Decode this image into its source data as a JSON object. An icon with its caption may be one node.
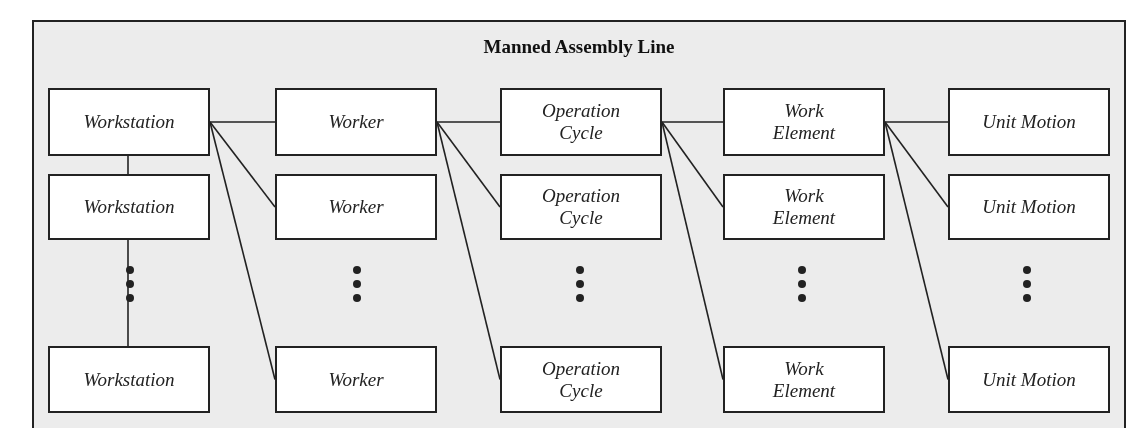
{
  "diagram": {
    "nodes": [
      {
        "text": [
          "Manned Assembly Line"
        ]
      },
      {
        "text": [
          "Workstation"
        ],
        "in": 0
      },
      {
        "text": [
          "Worker"
        ],
        "in": 0
      },
      {
        "text": [
          "Operation Cycle"
        ],
        "in": 0
      },
      {
        "text": [
          "Work Element"
        ],
        "in": 0
      },
      {
        "text": [
          "Unit Motion"
        ],
        "in": 0
      },
      {
        "text": [
          "Workstation"
        ],
        "in": 0
      },
      {
        "text": [
          "Worker"
        ],
        "in": 0
      },
      {
        "text": [
          "Operation Cycle"
        ],
        "in": 0
      },
      {
        "text": [
          "Work Element"
        ],
        "in": 0
      },
      {
        "text": [
          "Unit Motion"
        ],
        "in": 0
      },
      {
        "text": [
          "Workstation"
        ],
        "in": 0
      },
      {
        "text": [
          "Worker"
        ],
        "in": 0
      },
      {
        "text": [
          "Operation Cycle"
        ],
        "in": 0
      },
      {
        "text": [
          "Work Element"
        ],
        "in": 0
      },
      {
        "text": [
          "Unit Motion"
        ],
        "in": 0
      }
    ],
    "edges": [
      {
        "from": 1,
        "to": 6,
        "arrow": "none"
      },
      {
        "from": 6,
        "to": 11,
        "arrow": "none"
      },
      {
        "from": 1,
        "to": 2,
        "arrow": "none"
      },
      {
        "from": 1,
        "to": 7,
        "arrow": "none"
      },
      {
        "from": 1,
        "to": 12,
        "arrow": "none"
      },
      {
        "from": 2,
        "to": 3,
        "arrow": "none"
      },
      {
        "from": 2,
        "to": 8,
        "arrow": "none"
      },
      {
        "from": 2,
        "to": 13,
        "arrow": "none"
      },
      {
        "from": 3,
        "to": 4,
        "arrow": "none"
      },
      {
        "from": 3,
        "to": 9,
        "arrow": "none"
      },
      {
        "from": 3,
        "to": 14,
        "arrow": "none"
      },
      {
        "from": 4,
        "to": 5,
        "arrow": "none"
      },
      {
        "from": 4,
        "to": 10,
        "arrow": "none"
      },
      {
        "from": 4,
        "to": 15,
        "arrow": "none"
      }
    ]
  }
}
